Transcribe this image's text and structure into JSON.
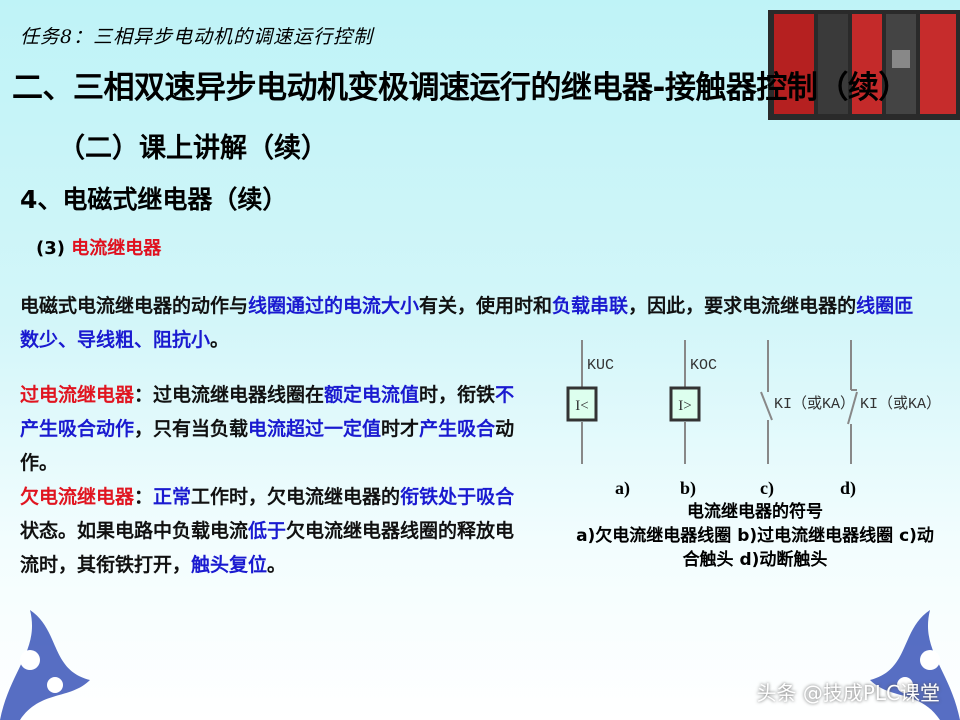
{
  "header": {
    "task": "任务8：三相异步电动机的调速运行控制",
    "title": "二、三相双速异步电动机变极调速运行的继电器-接触器控制（续）",
    "subtitle": "（二）课上讲解（续）",
    "section": "4、电磁式继电器（续）",
    "subsection_num": "(3)",
    "subsection_label": "电流继电器"
  },
  "paragraphs": [
    [
      {
        "t": "电磁式电流继电器的动作与",
        "c": "black"
      },
      {
        "t": "线圈通过的电流大小",
        "c": "blue"
      },
      {
        "t": "有关，使用时和",
        "c": "black"
      },
      {
        "t": "负载串联",
        "c": "blue"
      },
      {
        "t": "，因此，要求电流继电器的",
        "c": "black"
      },
      {
        "t": "线圈匝数少、导线粗、阻抗小",
        "c": "blue"
      },
      {
        "t": "。",
        "c": "black"
      }
    ],
    [
      {
        "t": "过电流继电器",
        "c": "red"
      },
      {
        "t": "：过电流继电器线圈在",
        "c": "black"
      },
      {
        "t": "额定电流值",
        "c": "blue"
      },
      {
        "t": "时，衔铁",
        "c": "black"
      },
      {
        "t": "不产生吸合动作",
        "c": "blue"
      },
      {
        "t": "，只有当负载",
        "c": "black"
      },
      {
        "t": "电流超过一定值",
        "c": "blue"
      },
      {
        "t": "时才",
        "c": "black"
      },
      {
        "t": "产生吸合",
        "c": "blue"
      },
      {
        "t": "动作。",
        "c": "black"
      }
    ],
    [
      {
        "t": "欠电流继电器",
        "c": "red"
      },
      {
        "t": "：",
        "c": "black"
      },
      {
        "t": "正常",
        "c": "blue"
      },
      {
        "t": "工作时，欠电流继电器的",
        "c": "black"
      },
      {
        "t": "衔铁处于吸合",
        "c": "blue"
      },
      {
        "t": "状态。如果电路中负载电流",
        "c": "black"
      },
      {
        "t": "低于",
        "c": "blue"
      },
      {
        "t": "欠电流继电器线圈的释放电流时，其衔铁打开，",
        "c": "black"
      },
      {
        "t": "触头复位",
        "c": "blue"
      },
      {
        "t": "。",
        "c": "black"
      }
    ]
  ],
  "diagram": {
    "symbols": [
      "KUC",
      "KOC",
      "KI（或KA）",
      "KI（或KA）"
    ],
    "coil_a": "I<",
    "coil_b": "I>",
    "labels": [
      "a)",
      "b)",
      "c)",
      "d)"
    ],
    "caption_title": "电流继电器的符号",
    "caption_line1": "a)欠电流继电器线圈 b)过电流继电器线圈 c)动",
    "caption_line2": "合触头 d)动断触头"
  },
  "watermark": "头条 @技成PLC课堂",
  "colors": {
    "red": "#e01520",
    "blue": "#1a1ad0"
  }
}
